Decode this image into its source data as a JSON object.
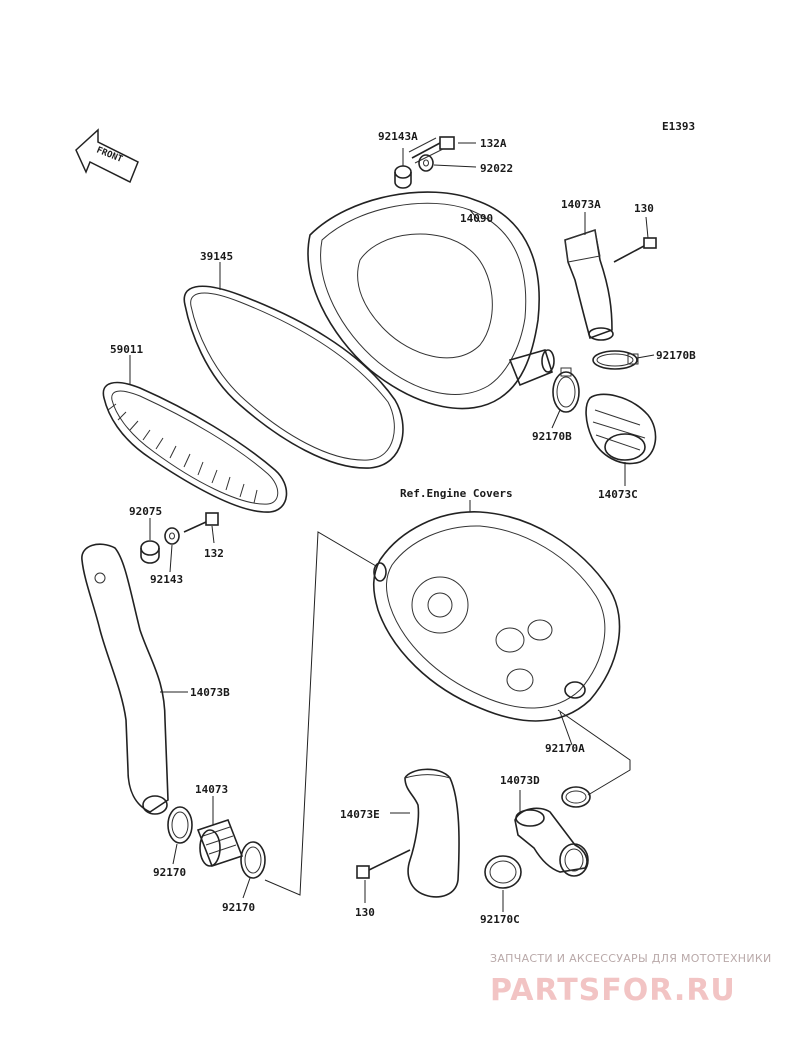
{
  "diagram_code": "E1393",
  "front_label": "FRONT",
  "reference_note": "Ref.Engine Covers",
  "part_labels": {
    "p92143A": "92143A",
    "p132A": "132A",
    "p92022": "92022",
    "p14090": "14090",
    "p14073A": "14073A",
    "p130_top": "130",
    "p39145": "39145",
    "p59011": "59011",
    "p92170B_top": "92170B",
    "p92170B_mid": "92170B",
    "p14073C": "14073C",
    "p92075": "92075",
    "p132": "132",
    "p92143": "92143",
    "p14073B": "14073B",
    "p14073": "14073",
    "p92170_a": "92170",
    "p92170_b": "92170",
    "p92170A": "92170A",
    "p14073D": "14073D",
    "p14073E": "14073E",
    "p130_bottom": "130",
    "p92170C": "92170C"
  },
  "watermark": {
    "tagline": "ЗАПЧАСТИ И АКСЕССУАРЫ ДЛЯ МОТОТЕХНИКИ",
    "site": "PARTSFOR.RU"
  }
}
